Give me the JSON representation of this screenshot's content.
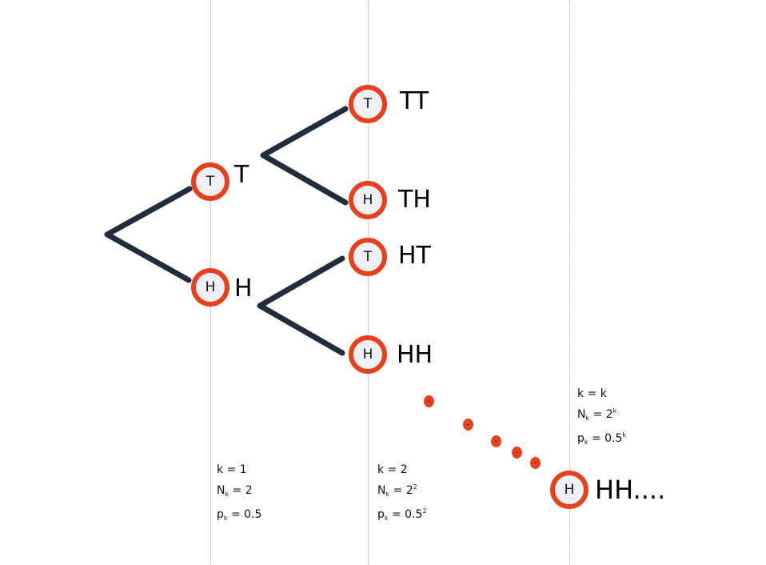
{
  "diagram": {
    "type": "probability-tree",
    "colors": {
      "node_ring": "#e8401c",
      "node_fill": "#eef0f6",
      "branch": "#222d3c",
      "guide_line": "#8fb4e3"
    },
    "level1": {
      "nodes": [
        {
          "symbol": "T",
          "outcome": "T"
        },
        {
          "symbol": "H",
          "outcome": "H"
        }
      ]
    },
    "level2": {
      "nodes": [
        {
          "symbol": "T",
          "outcome": "TT"
        },
        {
          "symbol": "H",
          "outcome": "TH"
        },
        {
          "symbol": "T",
          "outcome": "HT"
        },
        {
          "symbol": "H",
          "outcome": "HH"
        }
      ]
    },
    "levelk": {
      "node": {
        "symbol": "H",
        "outcome": "HH...."
      }
    },
    "formulas": {
      "k1": {
        "k": "k = 1",
        "N_prefix": "N",
        "N_sub": "k",
        "N_value": " = 2",
        "N_sup": "",
        "p_prefix": "p",
        "p_sub": "k",
        "p_value": " = 0.5",
        "p_sup": ""
      },
      "k2": {
        "k": "k = 2",
        "N_prefix": "N",
        "N_sub": "k",
        "N_value": " = 2",
        "N_sup": "2",
        "p_prefix": "p",
        "p_sub": "k",
        "p_value": " = 0.5",
        "p_sup": "2"
      },
      "kk": {
        "k": "k = k",
        "N_prefix": "N",
        "N_sub": "k",
        "N_value": " = 2",
        "N_sup": "k",
        "p_prefix": "p",
        "p_sub": "k",
        "p_value": " = 0.5",
        "p_sup": "k"
      }
    },
    "ellipsis_dots": 5
  }
}
